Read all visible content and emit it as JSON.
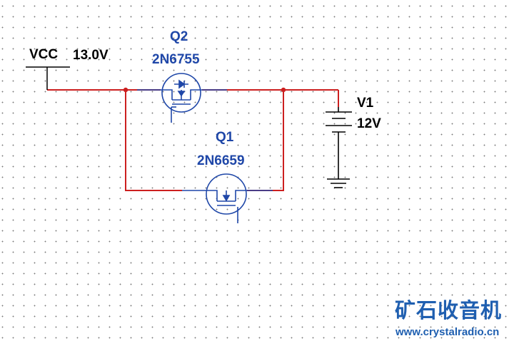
{
  "colors": {
    "wire": "#cc1f1f",
    "component": "#1f47a8",
    "label": "#000000",
    "watermark": "#1f5fb0"
  },
  "power_source": {
    "name": "VCC",
    "value": "13.0V"
  },
  "transistors": [
    {
      "ref": "Q2",
      "part": "2N6755"
    },
    {
      "ref": "Q1",
      "part": "2N6659"
    }
  ],
  "battery": {
    "ref": "V1",
    "value": "12V"
  },
  "watermark": {
    "title": "矿石收音机",
    "url": "www.crystalradio.cn"
  }
}
